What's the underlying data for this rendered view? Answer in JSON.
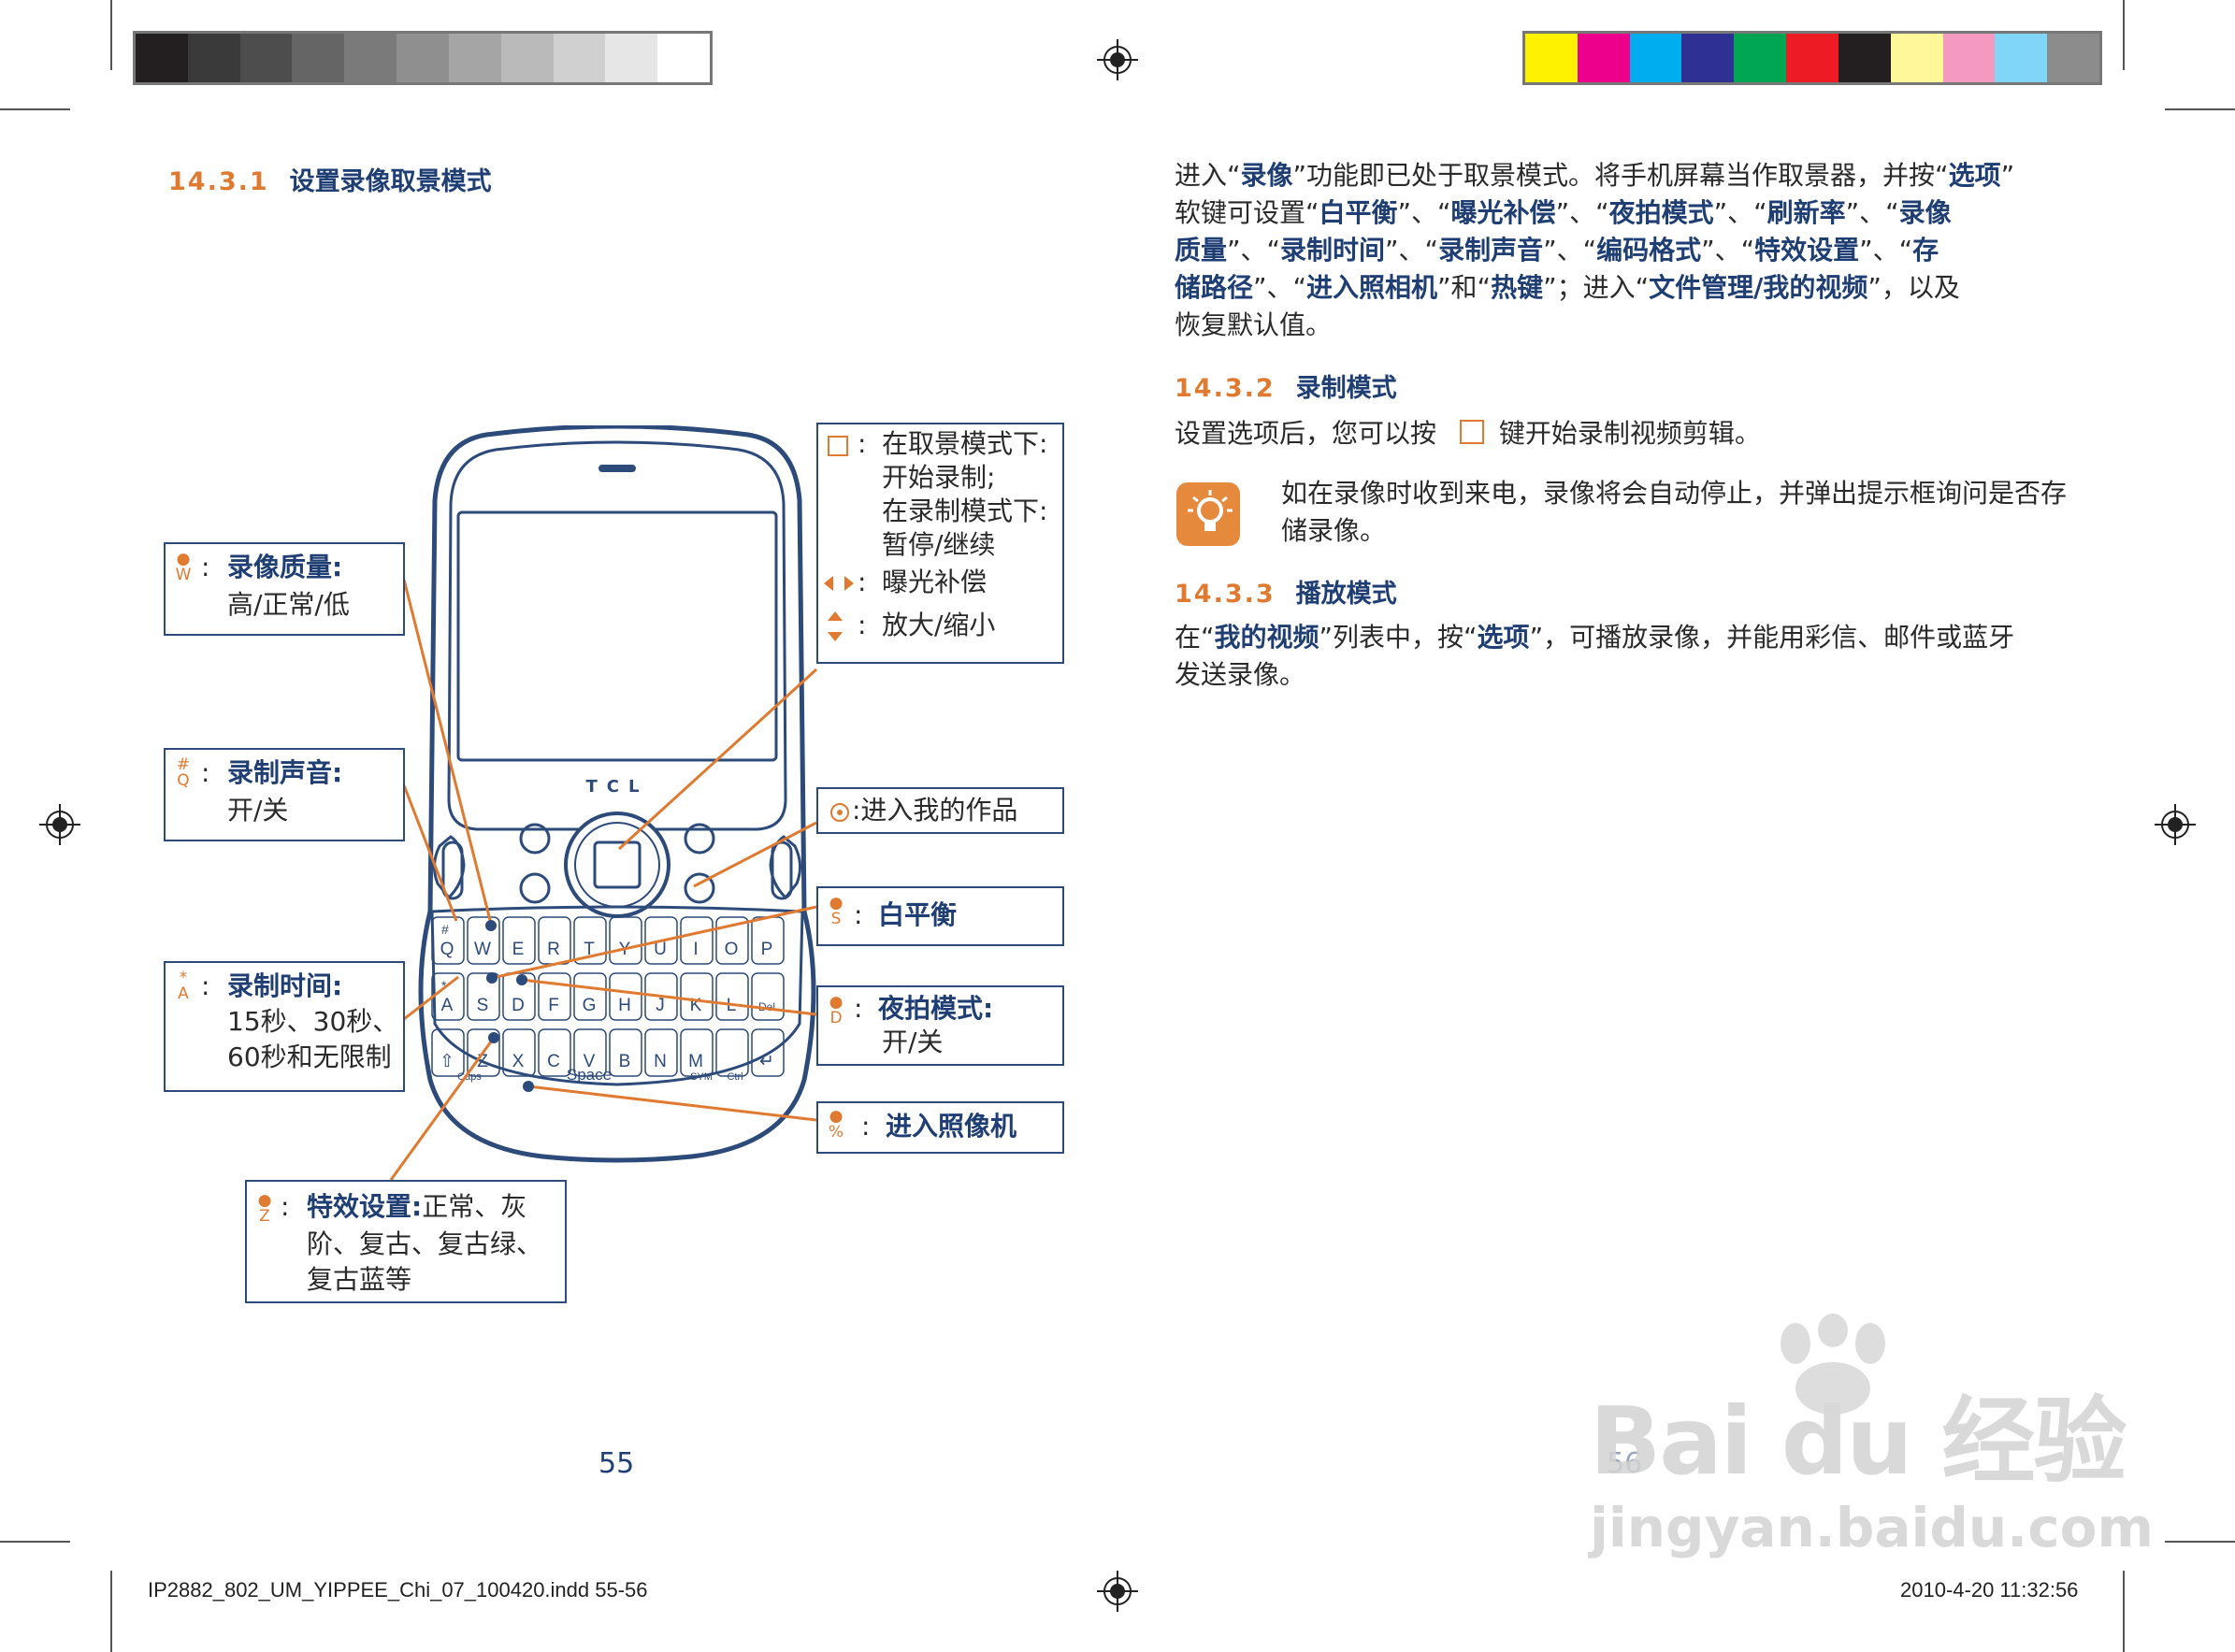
{
  "left_page": {
    "section_number": "14.3.1",
    "section_title": "设置录像取景模式",
    "phone_brand": "TCL",
    "callouts": {
      "quality": {
        "key": "W",
        "title": "录像质量:",
        "lines": [
          "高/正常/低"
        ]
      },
      "sound": {
        "key": "Q",
        "title": "录制声音:",
        "lines": [
          "开/关"
        ]
      },
      "rec_time": {
        "key": "A",
        "title": "录制时间:",
        "lines": [
          "15秒、30秒、",
          "60秒和无限制"
        ]
      },
      "effects": {
        "key": "Z",
        "title": "特效设置:",
        "line1_rest": "正常、灰",
        "lines": [
          "阶、复古、复古绿、",
          "复古蓝等"
        ]
      },
      "center_key": {
        "lines": [
          "在取景模式下:",
          "开始录制;",
          "在录制模式下:",
          "暂停/继续"
        ]
      },
      "lr_key": {
        "text": "曝光补偿"
      },
      "ud_key": {
        "text": "放大/缩小"
      },
      "my_works": {
        "text": ":进入我的作品"
      },
      "white_balance": {
        "key": "S",
        "title": "白平衡"
      },
      "night_mode": {
        "key": "D",
        "title": "夜拍模式:",
        "lines": [
          "开/关"
        ]
      },
      "camera": {
        "key": "%",
        "title": "进入照像机"
      }
    },
    "keyboard": {
      "row1": [
        "#Q",
        "W",
        "E",
        "R",
        "T",
        "Y",
        "U",
        "I",
        "O",
        "P"
      ],
      "row2": [
        "*A",
        "S",
        "D",
        "F",
        "G",
        "H",
        "J",
        "K",
        "L",
        "Del"
      ],
      "row3": [
        "⇧",
        "Z",
        "X",
        "C",
        "V",
        "B",
        "N",
        "M",
        "",
        "↵"
      ],
      "row4": [
        "Caps",
        "Space",
        "SYM",
        "Ctrl"
      ]
    },
    "page_number": "55"
  },
  "right_page": {
    "intro_html_parts": [
      "进入“",
      "录像",
      "”功能即已处于取景模式。将手机屏幕当作取景器，并按“",
      "选项",
      "”"
    ],
    "intro_lines": [
      [
        "进入",
        "“",
        "录像",
        "”功能即已处于取景模式。将手机屏幕当作取景器，并按“",
        "选项",
        "”"
      ],
      [
        "软键可设置“",
        "白平衡",
        "”、“",
        "曝光补偿",
        "”、“",
        "夜拍模式",
        "”、“",
        "刷新率",
        "”、“",
        "录像"
      ],
      [
        "",
        "质量",
        "”、“",
        "录制时间",
        "”、“",
        "录制声音",
        "”、“",
        "编码格式",
        "”、“",
        "特效设置",
        "”、“",
        "存"
      ],
      [
        "",
        "储路径",
        "”、“",
        "进入照相机",
        "”和“",
        "热键",
        "”；进入“",
        "文件管理/我的视频",
        "”，以及"
      ],
      [
        "恢复默认值。"
      ]
    ],
    "section2_number": "14.3.2",
    "section2_title": "录制模式",
    "section2_text_before": "设置选项后，您可以按",
    "section2_text_after": "键开始录制视频剪辑。",
    "tip_lines": [
      "如在录像时收到来电，录像将会自动停止，并弹出提示框询问是否存",
      "储录像。"
    ],
    "section3_number": "14.3.3",
    "section3_title": "播放模式",
    "section3_line1": [
      "在“",
      "我的视频",
      "”列表中，按“",
      "选项",
      "”，可播放录像，并能用彩信、邮件或蓝牙"
    ],
    "section3_line2": "发送录像。",
    "page_number": "56"
  },
  "footer": {
    "filename": "IP2882_802_UM_YIPPEE_Chi_07_100420.indd   55-56",
    "timestamp": "2010-4-20   11:32:56"
  },
  "watermark": {
    "brand": "Bai du 经验",
    "url": "jingyan.baidu.com"
  },
  "colors": {
    "accent_orange": "#e07a30",
    "title_blue": "#1f3f74",
    "gray_swatches": [
      "#231f20",
      "#3a3a3a",
      "#4d4d4d",
      "#656565",
      "#7a7a7a",
      "#8f8f8f",
      "#a5a5a5",
      "#bababa",
      "#d0d0d0",
      "#e6e6e6",
      "#ffffff"
    ],
    "color_swatches": [
      "#fff200",
      "#ec008c",
      "#00aeef",
      "#2e3192",
      "#00a651",
      "#ed1c24",
      "#231f20",
      "#fff799",
      "#f49ac1",
      "#7fd6f7",
      "#8c8c8c"
    ]
  }
}
